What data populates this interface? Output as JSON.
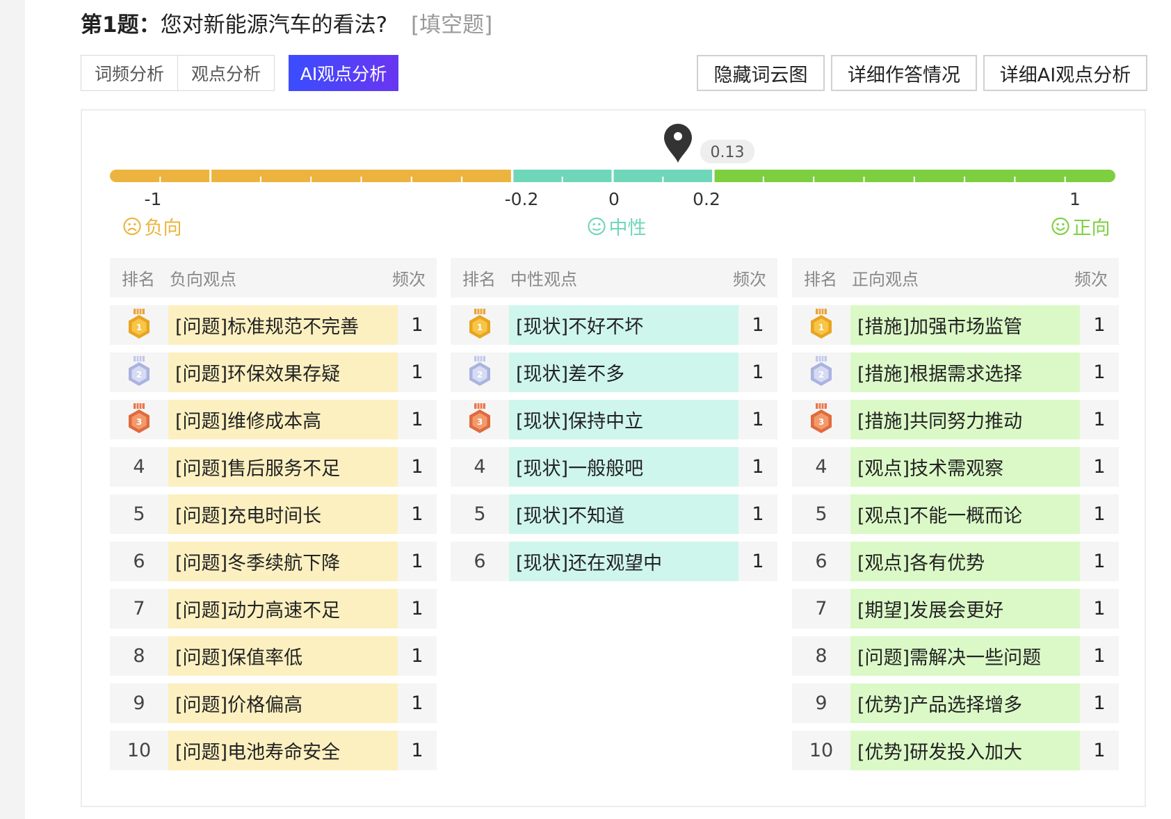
{
  "question": {
    "number": "第1题：",
    "text": "您对新能源汽车的看法?",
    "type": "[填空题]"
  },
  "tabs": [
    {
      "label": "词频分析",
      "active": false
    },
    {
      "label": "观点分析",
      "active": false
    },
    {
      "label": "AI观点分析",
      "active": true
    }
  ],
  "actions": [
    "隐藏词云图",
    "详细作答情况",
    "详细AI观点分析"
  ],
  "gauge": {
    "value": 0.13,
    "value_label": "0.13",
    "min": -1,
    "max": 1,
    "scale_labels": [
      "-1",
      "-0.2",
      "0",
      "0.2",
      "1"
    ],
    "colors": {
      "negative": "#ecb43e",
      "neutral": "#6fd6ba",
      "positive": "#7dcf40",
      "marker": "#333333"
    },
    "sentiments": {
      "negative": "负向",
      "neutral": "中性",
      "positive": "正向"
    }
  },
  "tables": {
    "headers": {
      "rank": "排名",
      "frequency": "频次"
    },
    "negative": {
      "title": "负向观点",
      "rows": [
        {
          "rank": "1",
          "medal": "gold",
          "label": "[问题]标准规范不完善",
          "freq": "1"
        },
        {
          "rank": "2",
          "medal": "silver",
          "label": "[问题]环保效果存疑",
          "freq": "1"
        },
        {
          "rank": "3",
          "medal": "bronze",
          "label": "[问题]维修成本高",
          "freq": "1"
        },
        {
          "rank": "4",
          "label": "[问题]售后服务不足",
          "freq": "1"
        },
        {
          "rank": "5",
          "label": "[问题]充电时间长",
          "freq": "1"
        },
        {
          "rank": "6",
          "label": "[问题]冬季续航下降",
          "freq": "1"
        },
        {
          "rank": "7",
          "label": "[问题]动力高速不足",
          "freq": "1"
        },
        {
          "rank": "8",
          "label": "[问题]保值率低",
          "freq": "1"
        },
        {
          "rank": "9",
          "label": "[问题]价格偏高",
          "freq": "1"
        },
        {
          "rank": "10",
          "label": "[问题]电池寿命安全",
          "freq": "1"
        }
      ]
    },
    "neutral": {
      "title": "中性观点",
      "rows": [
        {
          "rank": "1",
          "medal": "gold",
          "label": "[现状]不好不坏",
          "freq": "1"
        },
        {
          "rank": "2",
          "medal": "silver",
          "label": "[现状]差不多",
          "freq": "1"
        },
        {
          "rank": "3",
          "medal": "bronze",
          "label": "[现状]保持中立",
          "freq": "1"
        },
        {
          "rank": "4",
          "label": "[现状]一般般吧",
          "freq": "1"
        },
        {
          "rank": "5",
          "label": "[现状]不知道",
          "freq": "1"
        },
        {
          "rank": "6",
          "label": "[现状]还在观望中",
          "freq": "1"
        }
      ]
    },
    "positive": {
      "title": "正向观点",
      "rows": [
        {
          "rank": "1",
          "medal": "gold",
          "label": "[措施]加强市场监管",
          "freq": "1"
        },
        {
          "rank": "2",
          "medal": "silver",
          "label": "[措施]根据需求选择",
          "freq": "1"
        },
        {
          "rank": "3",
          "medal": "bronze",
          "label": "[措施]共同努力推动",
          "freq": "1"
        },
        {
          "rank": "4",
          "label": "[观点]技术需观察",
          "freq": "1"
        },
        {
          "rank": "5",
          "label": "[观点]不能一概而论",
          "freq": "1"
        },
        {
          "rank": "6",
          "label": "[观点]各有优势",
          "freq": "1"
        },
        {
          "rank": "7",
          "label": "[期望]发展会更好",
          "freq": "1"
        },
        {
          "rank": "8",
          "label": "[问题]需解决一些问题",
          "freq": "1"
        },
        {
          "rank": "9",
          "label": "[优势]产品选择增多",
          "freq": "1"
        },
        {
          "rank": "10",
          "label": "[优势]研发投入加大",
          "freq": "1"
        }
      ]
    }
  }
}
